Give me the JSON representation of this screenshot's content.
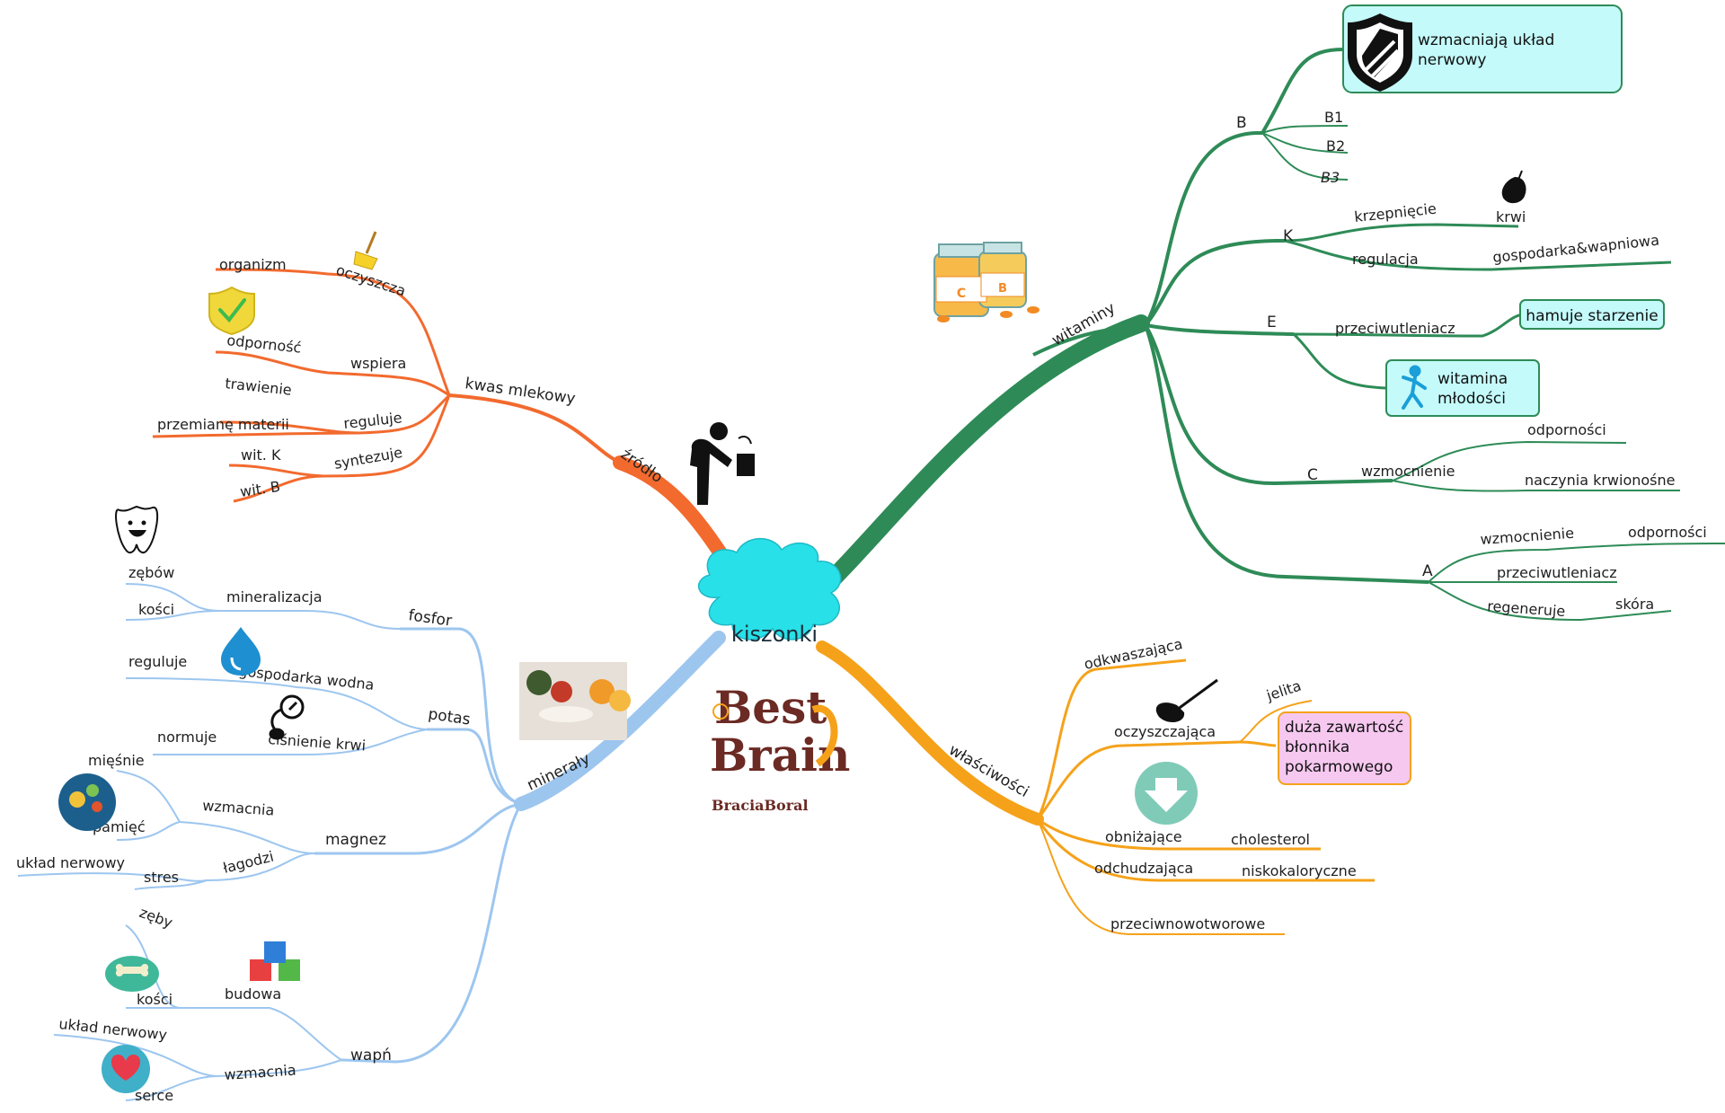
{
  "center": {
    "label": "kiszonki"
  },
  "branches": {
    "witaminy": {
      "label": "witaminy",
      "B": {
        "label": "B",
        "box": "wzmacniają układ nerwowy",
        "items": [
          "B1",
          "B2",
          "B3"
        ]
      },
      "K": {
        "label": "K",
        "krzepniecie": "krzepnięcie",
        "krwi": "krwi",
        "regulacja": "regulacja",
        "gospodarka": "gospodarka&wapniowa"
      },
      "E": {
        "label": "E",
        "przeciwutleniacz": "przeciwutleniacz",
        "box1": "hamuje starzenie",
        "box2": "witamina młodości"
      },
      "C": {
        "label": "C",
        "wzmocnienie": "wzmocnienie",
        "odpornosci": "odporności",
        "naczynia": "naczynia krwionośne"
      },
      "A": {
        "label": "A",
        "wzmocnienie": "wzmocnienie",
        "odpornosci": "odporności",
        "przeciwutleniacz": "przeciwutleniacz",
        "regeneruje": "regeneruje",
        "skora": "skóra"
      }
    },
    "wlasciwosci": {
      "label": "właściwości",
      "odkwaszajaca": "odkwaszająca",
      "oczyszczajaca": "oczyszczająca",
      "jelita": "jelita",
      "box": "duża zawartość błonnika pokarmowego",
      "obnizajace": "obniżające",
      "cholesterol": "cholesterol",
      "odchudzajaca": "odchudzająca",
      "niskokaloryczne": "niskokaloryczne",
      "przeciwnowotworowe": "przeciwnowotworowe"
    },
    "zrodlo": {
      "label": "źródło",
      "kwas": "kwas mlekowy",
      "oczyszcza": "oczyszcza",
      "organizm": "organizm",
      "wspiera": "wspiera",
      "odpornosc": "odporność",
      "reguluje": "reguluje",
      "trawienie": "trawienie",
      "przemiane": "przemianę materii",
      "syntezuje": "syntezuje",
      "witK": "wit. K",
      "witB": "wit. B"
    },
    "mineraly": {
      "label": "minerały",
      "fosfor": {
        "label": "fosfor",
        "mineralizacja": "mineralizacja",
        "zebow": "zębów",
        "kosci": "kości"
      },
      "potas": {
        "label": "potas",
        "gospodarka": "gospodarka wodna",
        "reguluje": "reguluje",
        "cisnienie": "ciśnienie krwi",
        "normuje": "normuje"
      },
      "magnez": {
        "label": "magnez",
        "wzmacnia": "wzmacnia",
        "miesnie": "mięśnie",
        "pamiec": "pamięć",
        "lagodzi": "łagodzi",
        "uklad": "układ nerwowy",
        "stres": "stres"
      },
      "wapn": {
        "label": "wapń",
        "budowa": "budowa",
        "zeby": "zęby",
        "kosci": "kości",
        "wzmacnia": "wzmacnia",
        "uklad": "układ nerwowy",
        "serce": "serce"
      }
    }
  },
  "logo": {
    "line1": "Best",
    "line2": "Brain",
    "line3": "BraciaBoral"
  },
  "colors": {
    "green": "#2e8b57",
    "orange_red": "#f26a2e",
    "orange": "#f5a21a",
    "light_blue": "#9dc6ef",
    "center": "#28e0e8",
    "box_cyan": "#c4fafa",
    "box_pink": "#f6c8f0"
  },
  "icons": [
    "shield-icon",
    "pills-icon",
    "drop-icon",
    "running-man-icon",
    "broom-icon",
    "check-badge-icon",
    "drinking-fountain-icon",
    "tooth-icon",
    "water-drop-icon",
    "blood-pressure-icon",
    "brain-gears-icon",
    "bone-icon",
    "blocks-icon",
    "heart-icon",
    "download-arrow-icon",
    "food-photo-icon",
    "bestbrain-logo"
  ]
}
